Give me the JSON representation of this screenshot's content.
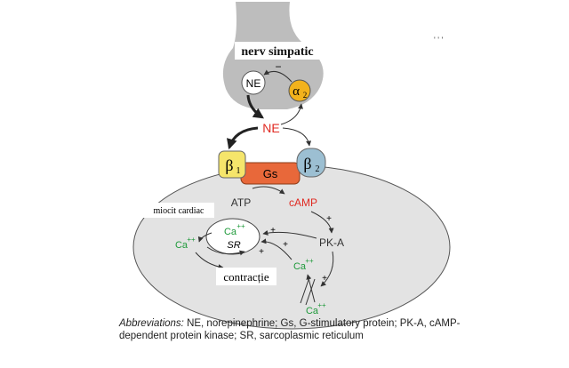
{
  "colors": {
    "red": "#e02a22",
    "green": "#1f9a3b",
    "gs_fill": "#e8683a",
    "beta1_fill": "#f5e56b",
    "beta2_fill": "#9cbfd2",
    "alpha2_fill": "#f2b21c",
    "cell_fill": "#e3e3e3",
    "neuron_fill": "#bdbdbd"
  },
  "neuron": {
    "label": "nerv simpatic"
  },
  "receptors": {
    "ne_vesicle": "NE",
    "alpha2_symbol": "α",
    "alpha2_sub": "2",
    "minus": "−",
    "plus": "+",
    "released_ne": "NE",
    "beta1_symbol": "β",
    "beta1_sub": "1",
    "beta2_symbol": "β",
    "beta2_sub": "2",
    "gs": "Gs"
  },
  "cell": {
    "label": "miocit cardiac",
    "atp": "ATP",
    "camp": "cAMP",
    "pka": "PK-A",
    "sr_ca": "Ca",
    "ca_charge": "++",
    "sr": "SR",
    "cyto_ca": "Ca",
    "influx_ca": "Ca",
    "outside_ca": "Ca",
    "contraction": "contracție",
    "plus": "+"
  },
  "caption": {
    "abbr_label": "Abbreviations:",
    "text": " NE, norepinephrine; Gs, G-stimulatory protein; PK-A, cAMP-dependent protein kinase; SR, sarcoplasmic reticulum"
  },
  "top_mark": "' ' '"
}
